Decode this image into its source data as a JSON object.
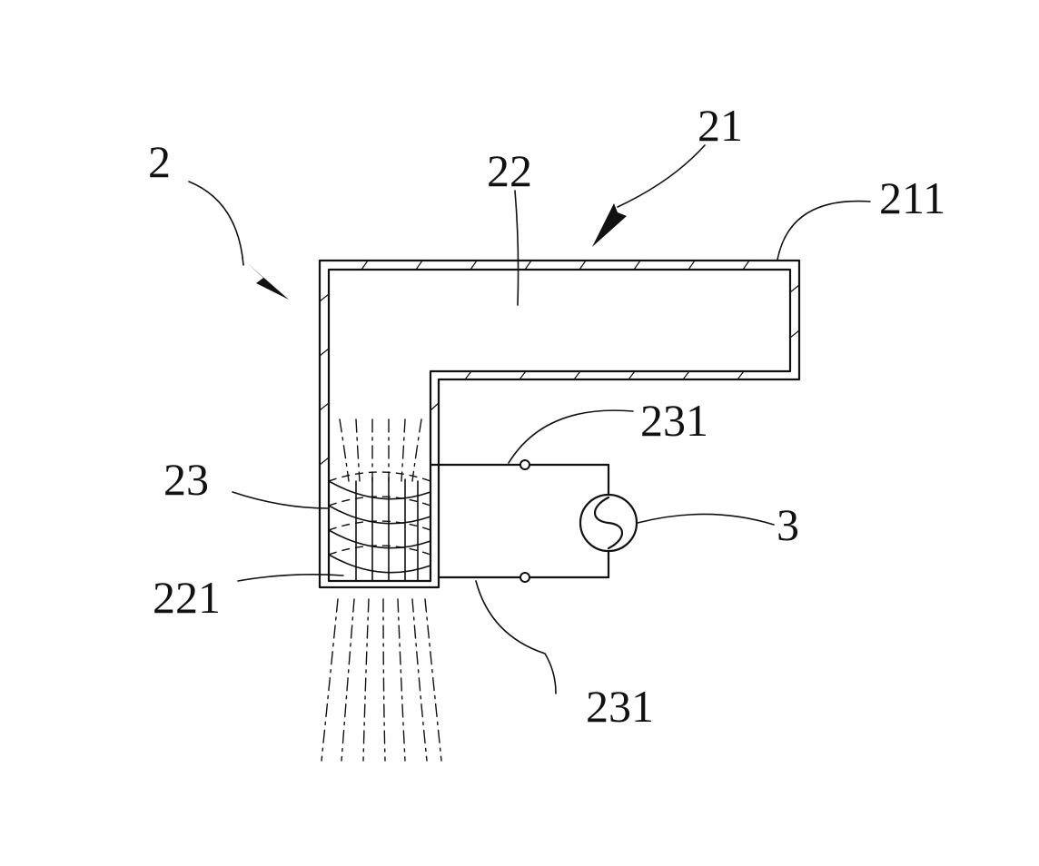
{
  "labels": {
    "device": "2",
    "housing": "21",
    "core": "22",
    "shell": "211",
    "coil": "23",
    "core_end": "221",
    "lead_top": "231",
    "lead_bottom": "231",
    "power_source": "3"
  }
}
